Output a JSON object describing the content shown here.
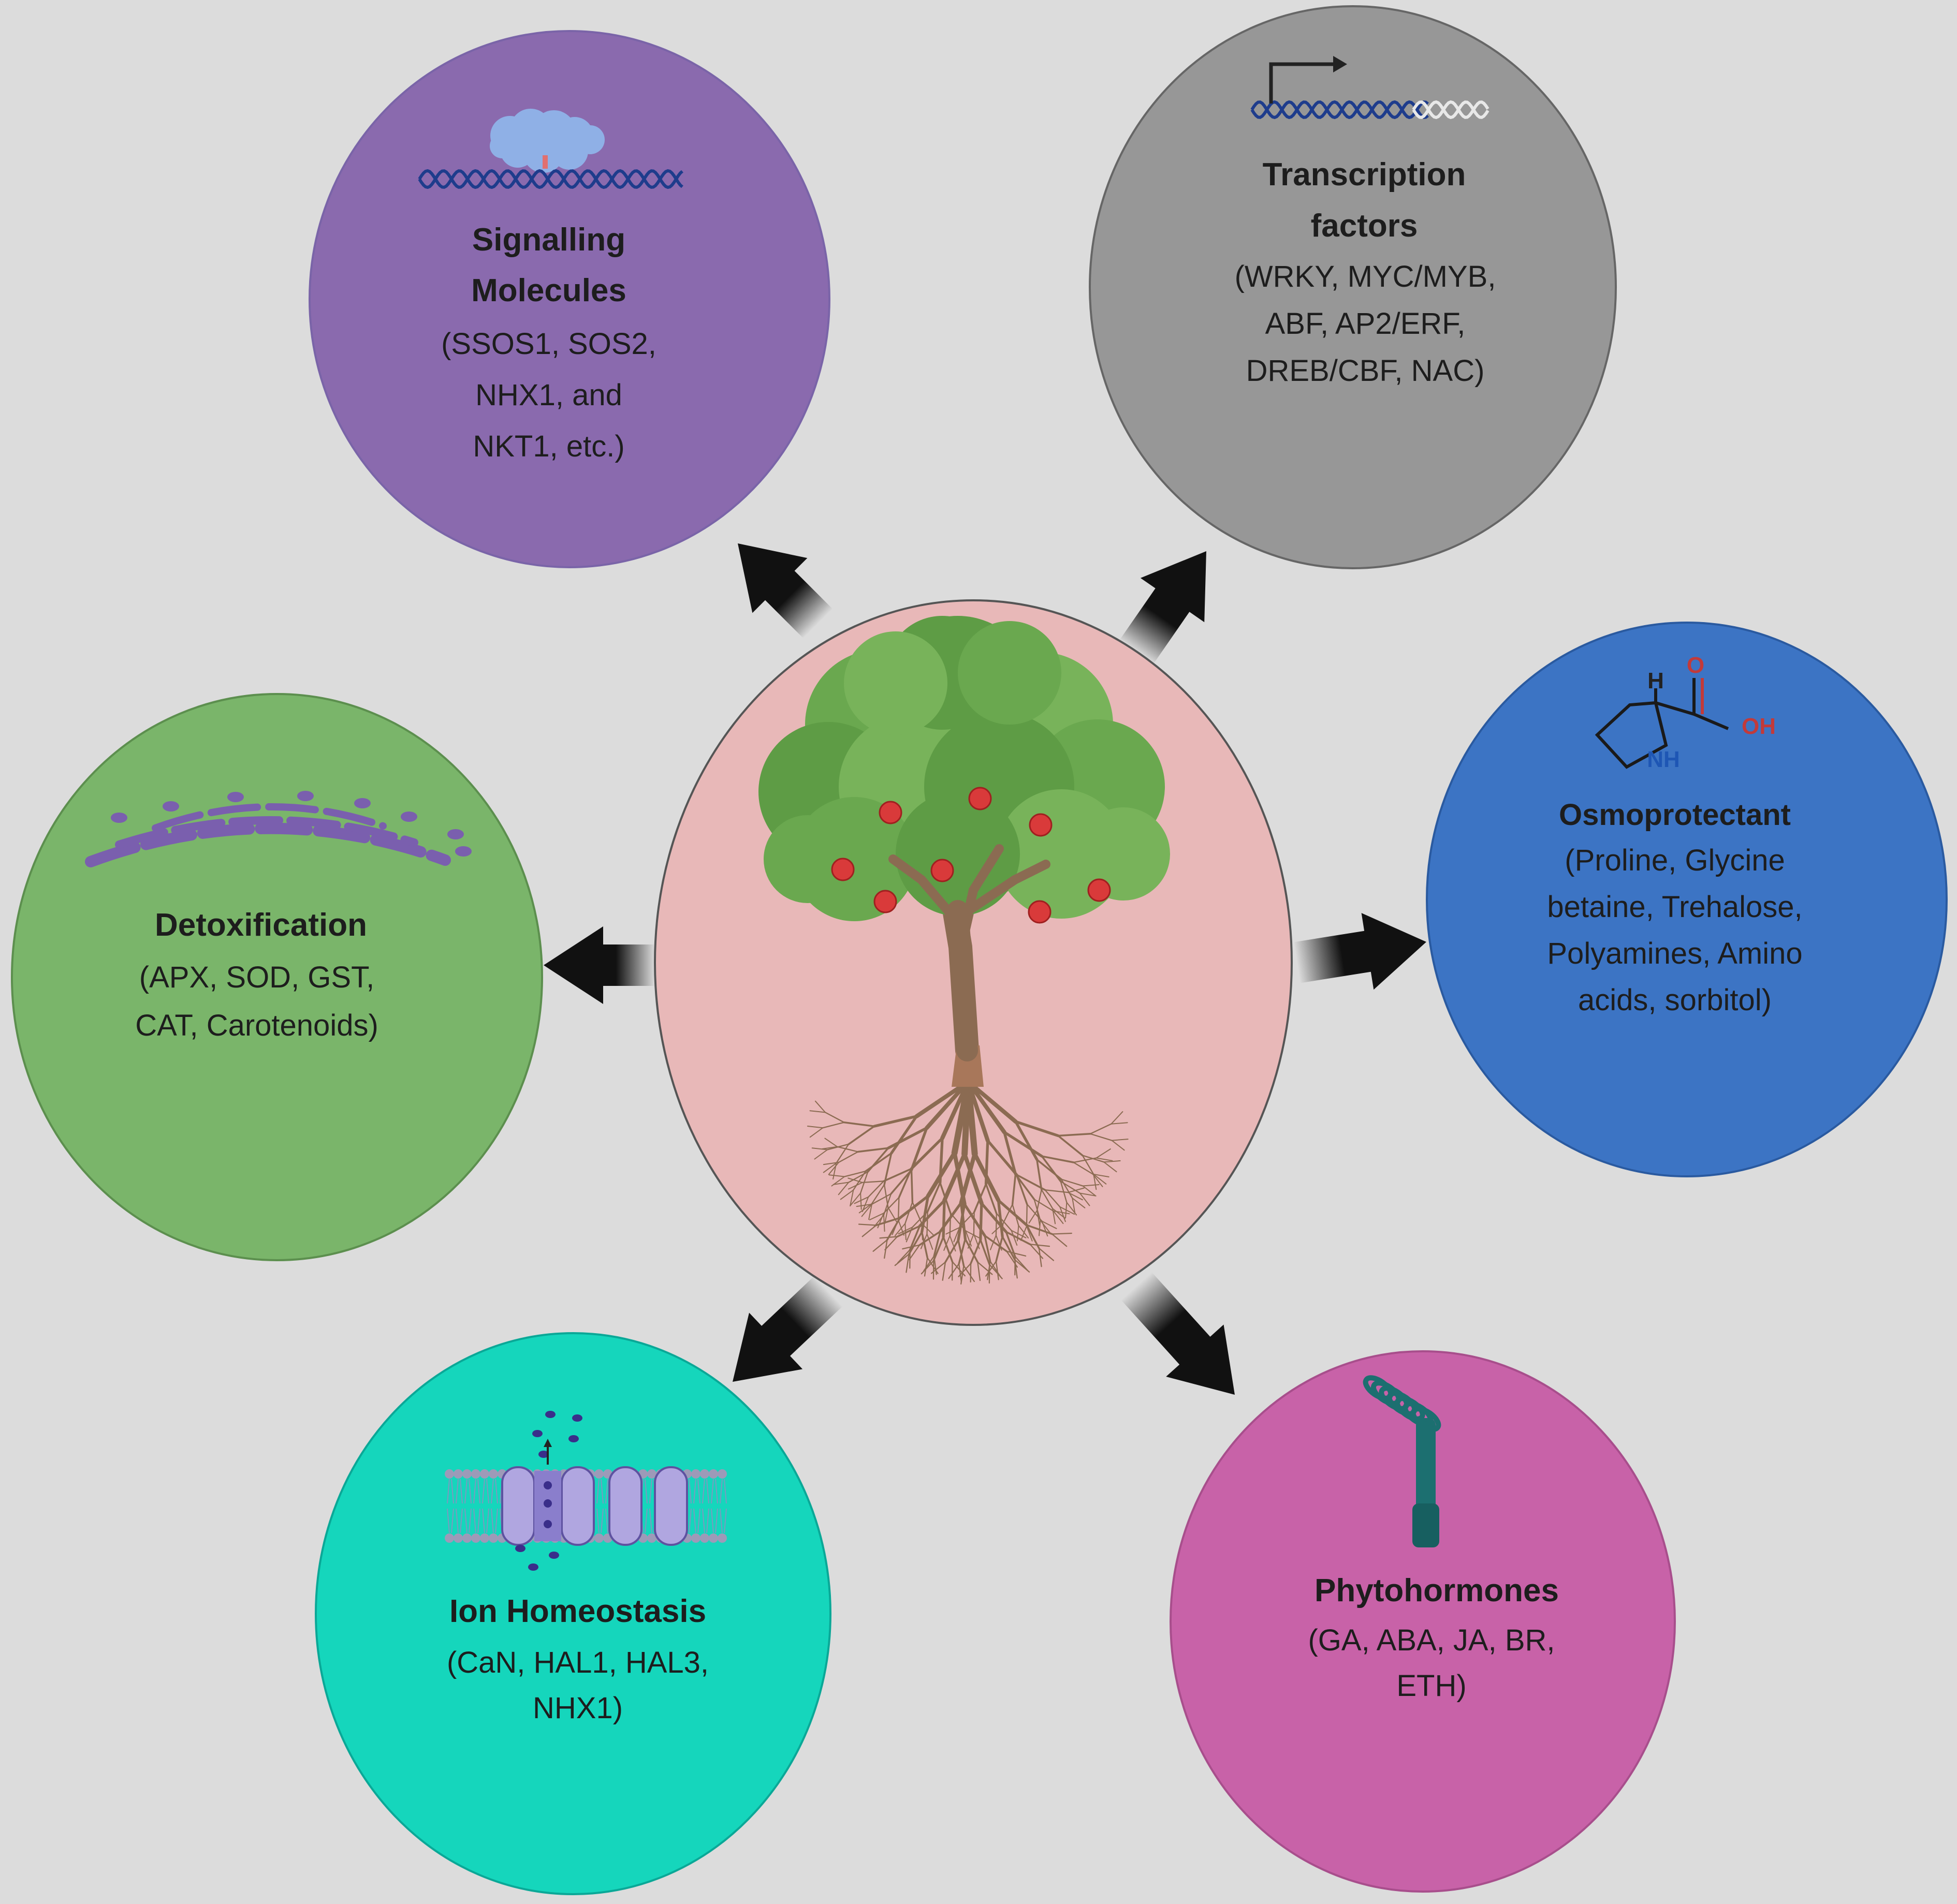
{
  "nodes": {
    "signalling": {
      "title": [
        "Signalling",
        "Molecules"
      ],
      "body": [
        "(SSOS1, SOS2,",
        "NHX1, and",
        "NKT1, etc.)"
      ],
      "color": "#8a6aae"
    },
    "transcription": {
      "title": [
        "Transcription",
        "factors"
      ],
      "body": [
        "(WRKY, MYC/MYB,",
        "ABF, AP2/ERF,",
        "DREB/CBF, NAC)"
      ],
      "color": "#979797"
    },
    "osmoprotectant": {
      "title": [
        "Osmoprotectant"
      ],
      "body": [
        "(Proline, Glycine",
        "betaine, Trehalose,",
        "Polyamines, Amino",
        "acids, sorbitol)"
      ],
      "color": "#3c74c4"
    },
    "detoxification": {
      "title": [
        "Detoxification"
      ],
      "body": [
        "(APX, SOD, GST,",
        "CAT, Carotenoids)"
      ],
      "color": "#7ab56a"
    },
    "ion": {
      "title": [
        "Ion Homeostasis"
      ],
      "body": [
        "(CaN, HAL1, HAL3,",
        "NHX1)"
      ],
      "color": "#15d6bc"
    },
    "phyto": {
      "title": [
        "Phytohormones"
      ],
      "body": [
        "(GA, ABA, JA, BR,",
        "ETH)"
      ],
      "color": "#c862a8"
    }
  },
  "molecule_labels": {
    "h": "H",
    "o": "O",
    "oh": "OH",
    "nh": "NH"
  },
  "colors": {
    "background": "#dcdcdc",
    "center": "#e8b8b8",
    "arrow": "#111111",
    "dna": "#1e3c8c",
    "foliage": "#6aa84f",
    "fruit": "#d93a3a",
    "trunk": "#8b6b52"
  }
}
